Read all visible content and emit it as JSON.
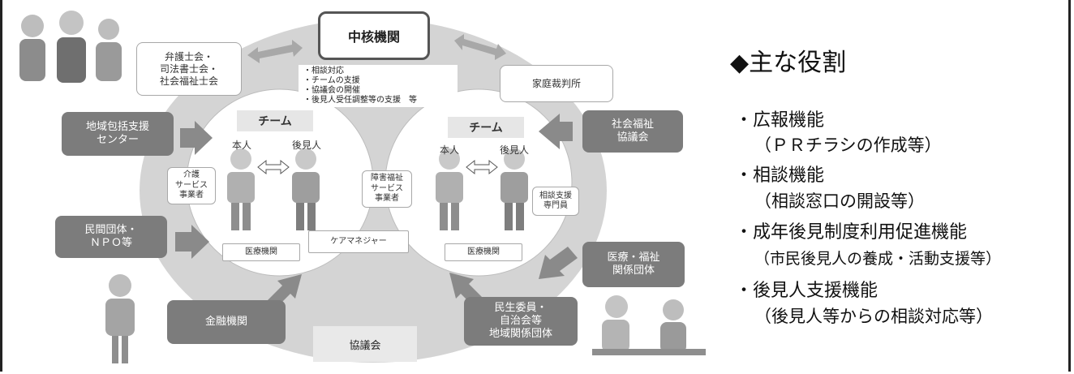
{
  "diagram": {
    "core": "中核機関",
    "core_tasks": [
      "・相談対応",
      "・チームの支援",
      "・協議会の開催",
      "・後見人受任調整等の支援　等"
    ],
    "outer": {
      "lawyers": "弁護士会・\n司法書士会・\n社会福祉士会",
      "family_court": "家庭裁判所",
      "community_center": "地域包括支援\nセンター",
      "social_welfare_council": "社会福祉\n協議会",
      "npo": "民間団体・\nＮＰＯ等",
      "medical_welfare": "医療・福祉\n関係団体",
      "finance": "金融機関",
      "local_groups": "民生委員・\n自治会等\n地域関係団体",
      "council": "協議会"
    },
    "team_left": {
      "label": "チーム",
      "person": "本人",
      "guardian": "後見人",
      "care_service": "介護\nサービス\n事業者",
      "medical": "医療機関"
    },
    "team_right": {
      "label": "チーム",
      "person": "本人",
      "guardian": "後見人",
      "disability_service": "障害福祉\nサービス\n事業者",
      "consultant": "相談支援\n専門員",
      "medical": "医療機関"
    },
    "care_manager": "ケアマネジャー"
  },
  "roles": {
    "title": "◆主な役割",
    "items": [
      {
        "name": "・広報機能",
        "detail": "（ＰＲチラシの作成等）"
      },
      {
        "name": "・相談機能",
        "detail": "（相談窓口の開設等）"
      },
      {
        "name": "・成年後見制度利用促進機能",
        "detail": "（市民後見人の養成・活動支援等）"
      },
      {
        "name": "・後見人支援機能",
        "detail": "（後見人等からの相談対応等）"
      }
    ]
  },
  "colors": {
    "dark_box": "#7c7c7c",
    "outer_ring": "#d4d4d4",
    "arrow": "#8a8a8a"
  }
}
